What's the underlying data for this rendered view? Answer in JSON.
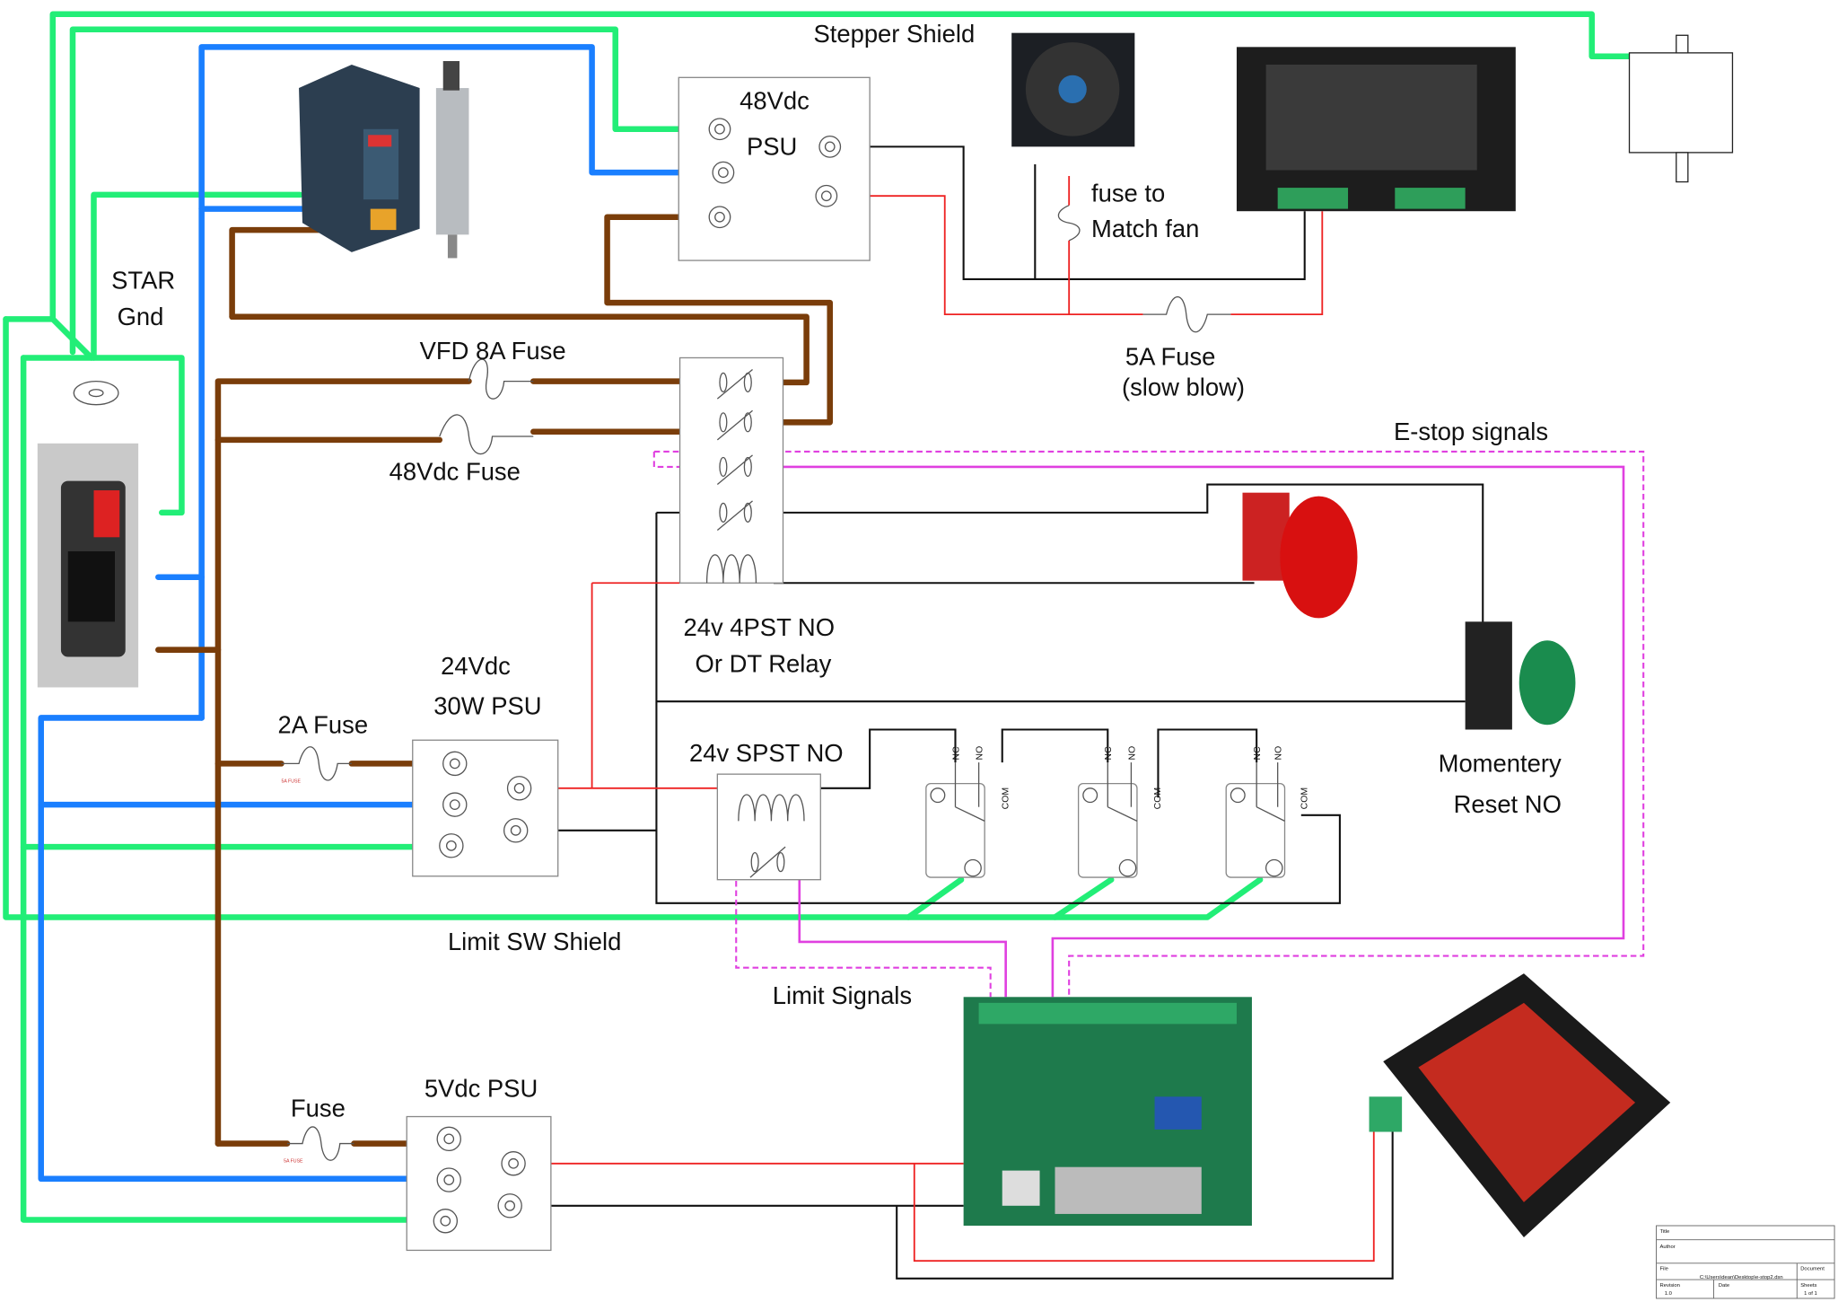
{
  "labels": {
    "stepper_shield": "Stepper Shield",
    "psu48_line1": "48Vdc",
    "psu48_line2": "PSU",
    "fuse_fan_line1": "fuse to",
    "fuse_fan_line2": "Match fan",
    "star_gnd_line1": "STAR",
    "star_gnd_line2": "Gnd",
    "vfd_fuse": "VFD 8A Fuse",
    "psu48_fuse": "48Vdc Fuse",
    "fuse_5a_line1": "5A Fuse",
    "fuse_5a_line2": "(slow blow)",
    "estop_signals": "E-stop signals",
    "relay_line1": "24v 4PST NO",
    "relay_line2": "Or DT Relay",
    "psu24_line1": "24Vdc",
    "psu24_line2": "30W PSU",
    "fuse_2a": "2A Fuse",
    "spst": "24v SPST NO",
    "reset_line1": "Momentery",
    "reset_line2": "Reset NO",
    "limit_sw_shield": "Limit SW Shield",
    "limit_signals": "Limit Signals",
    "fuse": "Fuse",
    "psu5": "5Vdc PSU",
    "small_fuse_tag": "5A FUSE"
  },
  "switch_pins": {
    "nc": "NC",
    "no": "NO",
    "com": "COM"
  },
  "title_block": {
    "title_label": "Title",
    "author_label": "Author",
    "file_label": "File",
    "file_value": "C:\\Users\\dean\\Desktop\\e-stop2.dsn",
    "document_label": "Document",
    "revision_label": "Revision",
    "revision_value": "1.0",
    "date_label": "Date",
    "sheets_label": "Sheets",
    "sheets_value": "1 of 1"
  },
  "colors": {
    "earth": "#22ee77",
    "neutral": "#1a7fff",
    "live": "#7a3d0a",
    "signal": "#e040e0",
    "dc_positive": "#ee2222",
    "dc_negative": "#111111"
  }
}
